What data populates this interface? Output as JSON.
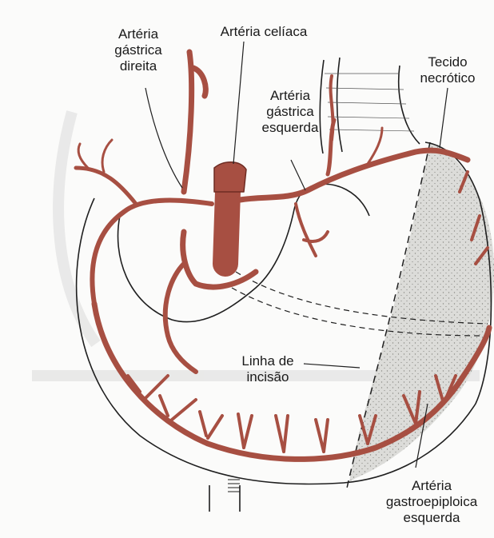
{
  "colors": {
    "artery": "#a74f42",
    "artery_dark": "#6e2c23",
    "necrotic_fill": "#d9d9d6",
    "outline": "#1f1f1f",
    "background": "#fbfbfa"
  },
  "labels": {
    "arteria_gastrica_direita": [
      "Artéria",
      "gástrica",
      "direita"
    ],
    "arteria_celiaca": [
      "Artéria celíaca"
    ],
    "arteria_gastrica_esquerda": [
      "Artéria",
      "gástrica",
      "esquerda"
    ],
    "tecido_necrotico": [
      "Tecido",
      "necrótico"
    ],
    "linha_de_incisao": [
      "Linha de",
      "incisão"
    ],
    "arteria_gastroepiploica_esquerda": [
      "Artéria",
      "gastroepiploica",
      "esquerda"
    ]
  }
}
